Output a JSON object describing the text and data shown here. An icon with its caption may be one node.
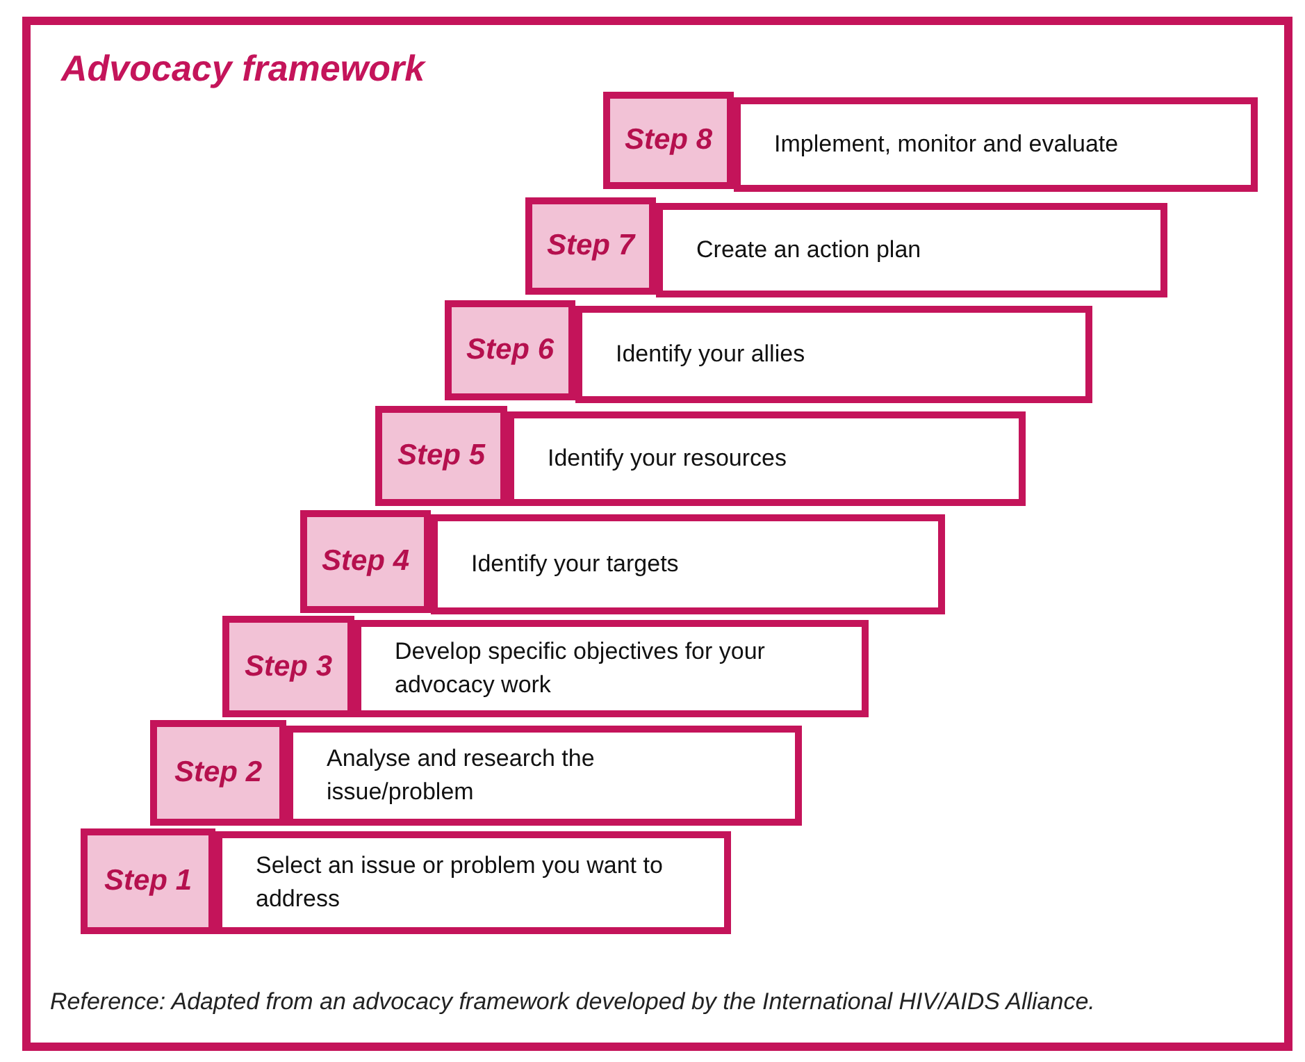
{
  "diagram": {
    "title": "Advocacy framework",
    "nodes": [
      {
        "text": [
          "Step 8"
        ]
      },
      {
        "text": [
          "Implement, monitor and evaluate"
        ]
      },
      {
        "text": [
          "Step 7"
        ]
      },
      {
        "text": [
          "Create an action plan"
        ]
      },
      {
        "text": [
          "Step 6"
        ]
      },
      {
        "text": [
          "Identify your allies"
        ]
      },
      {
        "text": [
          "Step 5"
        ]
      },
      {
        "text": [
          "Identify your resources"
        ]
      },
      {
        "text": [
          "Step 4"
        ]
      },
      {
        "text": [
          "Identify your targets"
        ]
      },
      {
        "text": [
          "Step 3"
        ]
      },
      {
        "text": [
          "Develop specific objectives for your advocacy work"
        ]
      },
      {
        "text": [
          "Step 2"
        ]
      },
      {
        "text": [
          "Analyse and research the issue/problem"
        ]
      },
      {
        "text": [
          "Step 1"
        ]
      },
      {
        "text": [
          "Select an issue or problem you want to address"
        ]
      }
    ],
    "caption": "Reference: Adapted from an advocacy framework developed by the International HIV/AIDS Alliance."
  }
}
